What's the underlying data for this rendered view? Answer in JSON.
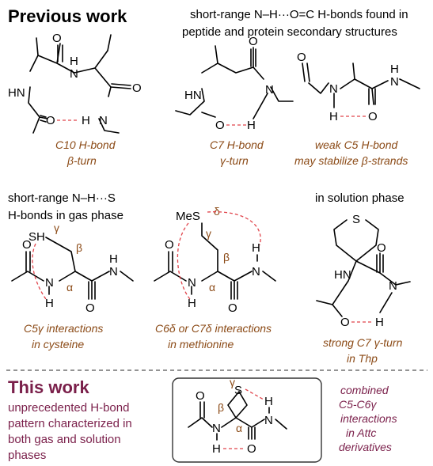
{
  "headings": {
    "previous": "Previous work",
    "this_work": "This work"
  },
  "captions": {
    "short_range_o_line1": "short-range N–H···O=C H-bonds found in",
    "short_range_o_line2": "peptide and protein secondary structures",
    "short_range_s_line1": "short-range N–H···S",
    "short_range_s_line2": "H-bonds in gas phase",
    "solution_phase": "in solution phase"
  },
  "labels": {
    "c10_l1": "C10 H-bond",
    "c10_l2": "β-turn",
    "c7_l1": "C7 H-bond",
    "c7_l2": "γ-turn",
    "c5_l1": "weak C5 H-bond",
    "c5_l2": "may stabilize β-strands",
    "cys_l1": "C5γ interactions",
    "cys_l2": "in cysteine",
    "met_l1": "C6δ or C7δ interactions",
    "met_l2": "in methionine",
    "thp_l1": "strong C7 γ-turn",
    "thp_l2": "in Thp"
  },
  "this_work_text": {
    "l1": "unprecedented H-bond",
    "l2": "pattern characterized in",
    "l3": "both gas and solution",
    "l4": "phases"
  },
  "combined": {
    "l1": "combined",
    "l2": "C5-C6γ",
    "l3": "interactions",
    "l4": "in Attc",
    "l5": "derivatives"
  },
  "atoms": {
    "O": "O",
    "N": "N",
    "H": "H",
    "HN": "HN",
    "S": "S",
    "SH": "SH",
    "MeS": "MeS",
    "O_eq": "O"
  },
  "greek": {
    "alpha": "α",
    "beta": "β",
    "gamma": "γ",
    "delta": "δ"
  },
  "colors": {
    "brown": "#8b4a16",
    "purple": "#7a1f4a",
    "hbond": "#e0434a"
  }
}
